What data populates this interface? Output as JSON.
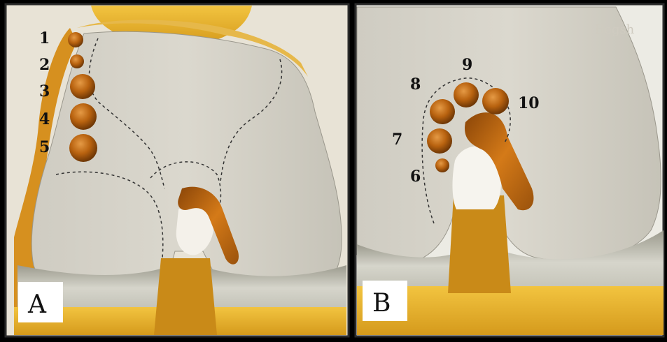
{
  "panels": [
    {
      "id": "A",
      "label": "A",
      "markers": [
        "1",
        "2",
        "3",
        "4",
        "5"
      ]
    },
    {
      "id": "B",
      "label": "B",
      "markers": [
        "6",
        "7",
        "8",
        "9",
        "10"
      ]
    }
  ],
  "colors": {
    "bone": "#d9d6cc",
    "bone_shade": "#bdb9ad",
    "ligament": "#c9761e",
    "ligament_dark": "#8a4a0c",
    "tibia": "#e3ad2a",
    "meniscus": "#c8c8bd",
    "frame": "#2b2b2b",
    "background": "#000000"
  },
  "watermark": "Begsh"
}
